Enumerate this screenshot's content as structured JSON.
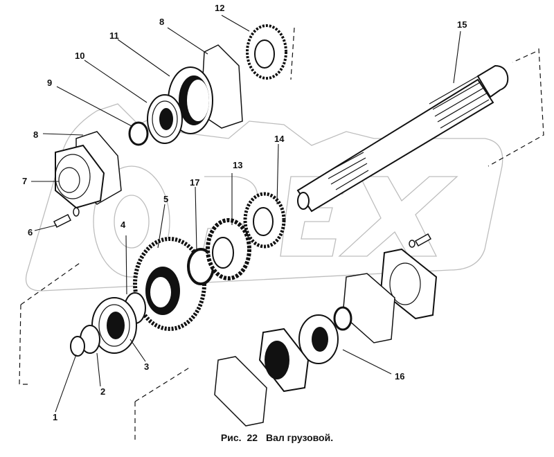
{
  "figure": {
    "caption_prefix": "Рис.",
    "caption_number": "22",
    "caption_title": "Вал грузовой."
  },
  "watermark": {
    "text": "OREX"
  },
  "parts": [
    {
      "id": "1",
      "label": "1"
    },
    {
      "id": "2",
      "label": "2"
    },
    {
      "id": "3",
      "label": "3"
    },
    {
      "id": "4",
      "label": "4"
    },
    {
      "id": "5",
      "label": "5"
    },
    {
      "id": "6",
      "label": "6"
    },
    {
      "id": "7",
      "label": "7"
    },
    {
      "id": "8a",
      "label": "8"
    },
    {
      "id": "8b",
      "label": "8"
    },
    {
      "id": "9",
      "label": "9"
    },
    {
      "id": "10",
      "label": "10"
    },
    {
      "id": "11",
      "label": "11"
    },
    {
      "id": "12",
      "label": "12"
    },
    {
      "id": "13",
      "label": "13"
    },
    {
      "id": "14",
      "label": "14"
    },
    {
      "id": "15",
      "label": "15"
    },
    {
      "id": "16",
      "label": "16"
    },
    {
      "id": "17",
      "label": "17"
    }
  ]
}
